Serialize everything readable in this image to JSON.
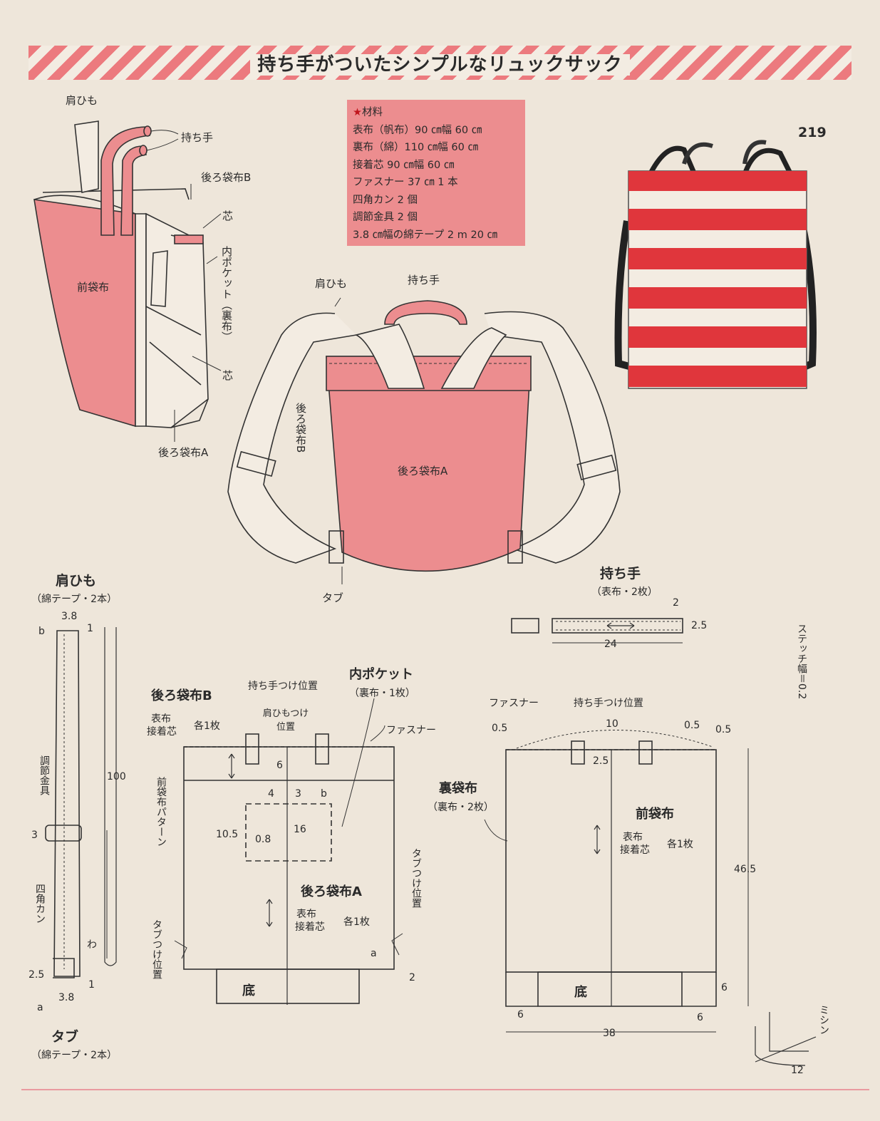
{
  "title": "持ち手がついたシンプルなリュックサック",
  "page_number": "219",
  "materials": {
    "heading": "材料",
    "items": [
      "表布（帆布）90 ㎝幅 60 ㎝",
      "裏布（綿）110 ㎝幅 60 ㎝",
      "接着芯 90 ㎝幅 60 ㎝",
      "ファスナー 37 ㎝ 1 本",
      "四角カン 2 個",
      "調節金具 2 個",
      "3.8 ㎝幅の綿テープ 2 m 20 ㎝"
    ]
  },
  "colors": {
    "accent": "#ec7a7e",
    "pink_fill": "#ec8d8f",
    "paper": "#eee6da",
    "stripe_red": "#e0363c"
  },
  "diagram1": {
    "shoulder_strap": "肩ひも",
    "handle": "持ち手",
    "back_b": "後ろ袋布B",
    "core1": "芯",
    "inner_pocket": "内ポケット（裏布）",
    "core2": "芯",
    "front": "前袋布",
    "back_a": "後ろ袋布A"
  },
  "diagram2": {
    "shoulder_strap": "肩ひも",
    "handle": "持ち手",
    "back_b": "後ろ袋布B",
    "back_a": "後ろ袋布A",
    "tab": "タブ"
  },
  "strap_pattern": {
    "title": "肩ひも",
    "subtitle": "（綿テープ・2本）",
    "w_top": "3.8",
    "one_top": "1",
    "b": "b",
    "adjuster": "調節金具",
    "three": "3",
    "len": "100",
    "square_ring": "四角カン",
    "wa": "わ",
    "two_five": "2.5",
    "one_bottom": "1",
    "a": "a",
    "w_bottom": "3.8",
    "tab_title": "タブ",
    "tab_subtitle": "（綿テープ・2本）"
  },
  "handle_pattern": {
    "title": "持ち手",
    "subtitle": "（表布・2枚）",
    "len": "24",
    "w": "2.5",
    "two": "2"
  },
  "stitch": "ステッチ幅＝0.2",
  "back_pattern": {
    "back_b": "後ろ袋布B",
    "back_b_spec1": "表布",
    "back_b_spec2": "接着芯",
    "back_b_count": "各1枚",
    "handle_pos": "持ち手つけ位置",
    "strap_pos": "肩ひもつけ位置",
    "inner_pocket": "内ポケット",
    "inner_pocket_sub": "（裏布・1枚）",
    "zipper": "ファスナー",
    "front_pattern": "前袋布パターン",
    "six": "6",
    "four": "4",
    "three": "3",
    "b": "b",
    "h_pocket": "10.5",
    "zero8": "0.8",
    "w_pocket": "16",
    "back_a": "後ろ袋布A",
    "back_a_spec1": "表布",
    "back_a_spec2": "接着芯",
    "back_a_count": "各1枚",
    "tab_pos_left": "タブつけ位置",
    "tab_pos_right": "タブつけ位置",
    "a": "a",
    "two": "2",
    "bottom": "底"
  },
  "front_pattern": {
    "zipper": "ファスナー",
    "handle_pos": "持ち手つけ位置",
    "d05a": "0.5",
    "d10": "10",
    "d05b": "0.5",
    "d05c": "0.5",
    "d25": "2.5",
    "lining": "裏袋布",
    "lining_sub": "（裏布・2枚）",
    "front": "前袋布",
    "spec1": "表布",
    "spec2": "接着芯",
    "count": "各1枚",
    "height": "46.5",
    "bottom": "底",
    "six_left": "6",
    "six_right": "6",
    "six_corner": "6",
    "width": "38",
    "machine": "ミシン",
    "twelve": "12"
  }
}
